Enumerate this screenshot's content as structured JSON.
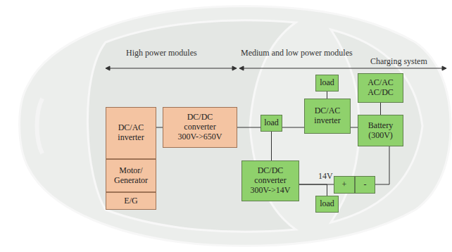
{
  "diagram": {
    "nodes": [
      {
        "text": [
          "DC/AC inverter"
        ]
      },
      {
        "text": [
          "Motor/ Generator"
        ]
      },
      {
        "text": [
          "E/G"
        ]
      },
      {
        "text": [
          "DC/DC converter 300V->650V"
        ]
      },
      {
        "text": [
          "load"
        ]
      },
      {
        "text": [
          "DC/AC inverter"
        ]
      },
      {
        "text": [
          "load"
        ]
      },
      {
        "text": [
          "AC/AC AC/DC"
        ]
      },
      {
        "text": [
          "Battery (300V)"
        ]
      },
      {
        "text": [
          "DC/DC converter 300V->14V"
        ]
      },
      {
        "text": [
          "load"
        ]
      },
      {
        "text": [
          "+"
        ]
      },
      {
        "text": [
          "-"
        ]
      }
    ],
    "edges": [
      {
        "from": 0,
        "to": 3,
        "arrow": "none"
      },
      {
        "from": 3,
        "to": 5,
        "arrow": "none"
      },
      {
        "from": 5,
        "to": 8,
        "arrow": "none"
      },
      {
        "from": 6,
        "to": 5,
        "arrow": "none"
      },
      {
        "from": 7,
        "to": 8,
        "arrow": "none"
      },
      {
        "from": 4,
        "to": 9,
        "arrow": "none"
      },
      {
        "from": 9,
        "to": 11,
        "arrow": "none"
      },
      {
        "from": 9,
        "to": 10,
        "arrow": "none"
      },
      {
        "from": 8,
        "to": 12,
        "arrow": "none"
      }
    ],
    "labels": [
      "High power modules",
      "Medium and low power modules",
      "Charging system",
      "14V"
    ]
  }
}
